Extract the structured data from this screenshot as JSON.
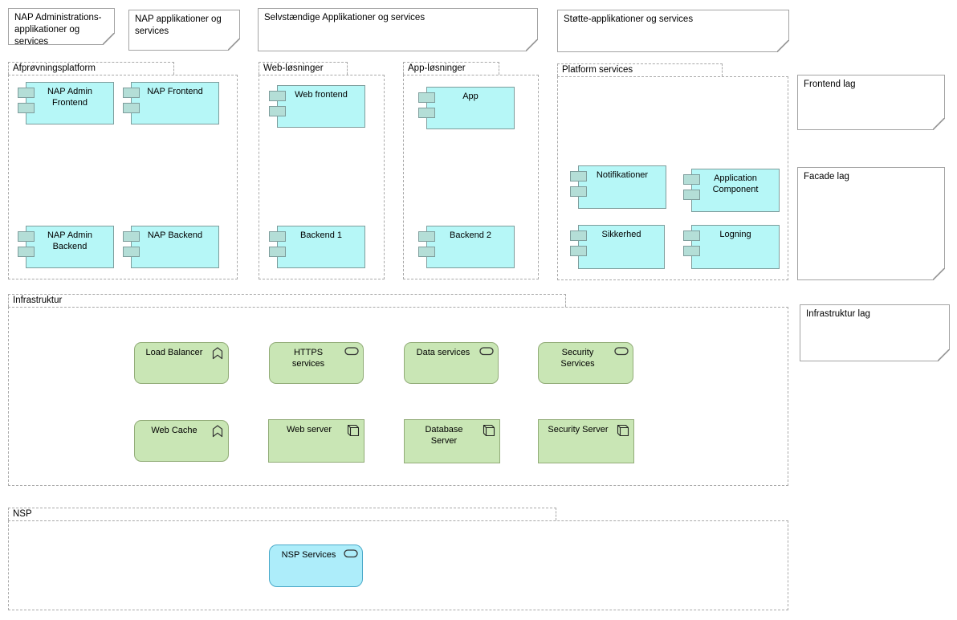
{
  "colors": {
    "background": "#ffffff",
    "text": "#000000",
    "component_fill": "#b6f7f7",
    "component_tab_fill": "#b4ded7",
    "component_border": "#7e9d9c",
    "tech_fill": "#c9e6b5",
    "tech_border": "#92ac78",
    "nsp_fill": "#adedfa",
    "nsp_border": "#4aa9c9",
    "group_border": "#a9a9a9",
    "note_border": "#a3a3a3",
    "icon_stroke": "#333333"
  },
  "notes": {
    "nap_admin": "NAP Administrations-applikationer og services",
    "nap_app": "NAP applikationer og services",
    "selvstaendige": "Selvstændige Applikationer og services",
    "stotte": "Støtte-applikationer og services",
    "frontend_lag": "Frontend lag",
    "facade_lag": "Facade lag",
    "infrastruktur_lag": "Infrastruktur lag"
  },
  "groups": {
    "afprovningsplatform": "Afprøvningsplatform",
    "web_losninger": "Web-løsninger",
    "app_losninger": "App-løsninger",
    "platform_services": "Platform services",
    "infrastruktur": "Infrastruktur",
    "nsp": "NSP"
  },
  "elements": {
    "nap_admin_frontend": "NAP Admin Frontend",
    "nap_frontend": "NAP Frontend",
    "nap_admin_backend": "NAP Admin Backend",
    "nap_backend": "NAP Backend",
    "web_frontend": "Web frontend",
    "app": "App",
    "backend_1": "Backend 1",
    "backend_2": "Backend 2",
    "notifikationer": "Notifikationer",
    "application_component": "Application Component",
    "sikkerhed": "Sikkerhed",
    "logning": "Logning",
    "load_balancer": "Load Balancer",
    "https_services": "HTTPS services",
    "data_services": "Data services",
    "security_services": "Security Services",
    "web_cache": "Web Cache",
    "web_server": "Web server",
    "database_server": "Database Server",
    "security_server": "Security Server",
    "nsp_services": "NSP Services"
  },
  "icons": {
    "component": "component-icon",
    "function": "function-icon",
    "service": "service-icon",
    "node": "node-icon"
  }
}
